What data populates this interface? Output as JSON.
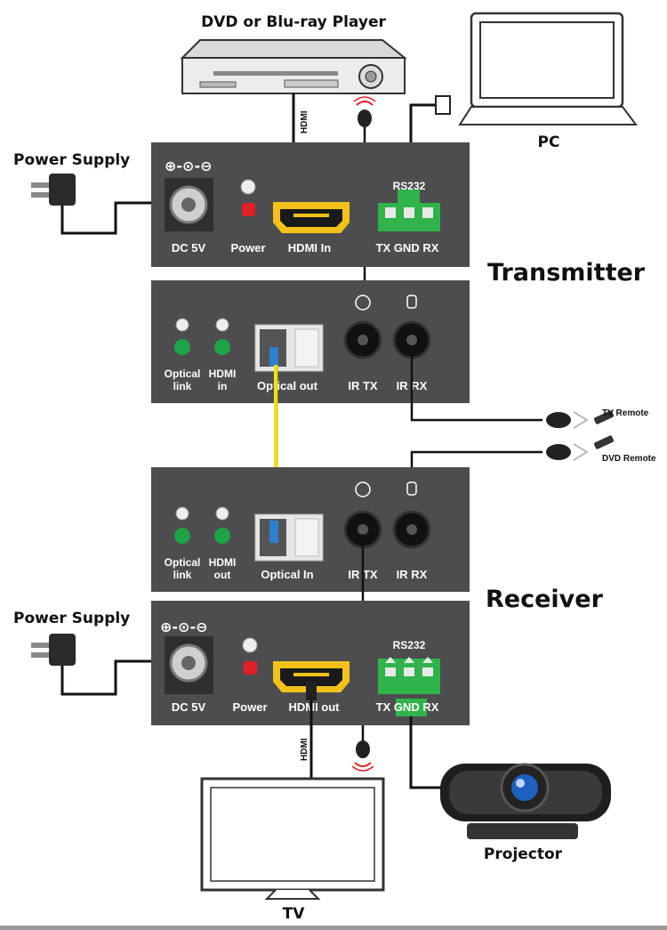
{
  "labels": {
    "dvd_player": "DVD or Blu-ray Player",
    "pc": "PC",
    "power_supply_top": "Power Supply",
    "power_supply_bottom": "Power Supply",
    "transmitter": "Transmitter",
    "receiver": "Receiver",
    "tv_remote": "TV Remote",
    "dvd_remote": "DVD Remote",
    "projector": "Projector",
    "tv": "TV",
    "hdmi_cable_top": "HDMI",
    "hdmi_cable_bottom": "HDMI"
  },
  "tx_back": {
    "dc": "DC 5V",
    "power": "Power",
    "hdmi": "HDMI In",
    "rs232": "RS232",
    "rs232_pins": "TX GND RX"
  },
  "tx_front": {
    "led1_a": "Optical",
    "led1_b": "link",
    "led2_a": "HDMI",
    "led2_b": "in",
    "optical": "Optical out",
    "ir_tx": "IR TX",
    "ir_rx": "IR RX"
  },
  "rx_front": {
    "led1_a": "Optical",
    "led1_b": "link",
    "led2_a": "HDMI",
    "led2_b": "out",
    "optical": "Optical In",
    "ir_tx": "IR TX",
    "ir_rx": "IR RX"
  },
  "rx_back": {
    "dc": "DC 5V",
    "power": "Power",
    "hdmi": "HDMI out",
    "rs232": "RS232",
    "rs232_pins": "TX GND RX"
  },
  "colors": {
    "panel": "#4d4d4f",
    "led_green": "#1fa348",
    "led_red": "#e01f26",
    "hdmi_gold": "#f2c21b",
    "fiber": "#f2e21a",
    "terminal_green": "#2fb34a"
  }
}
